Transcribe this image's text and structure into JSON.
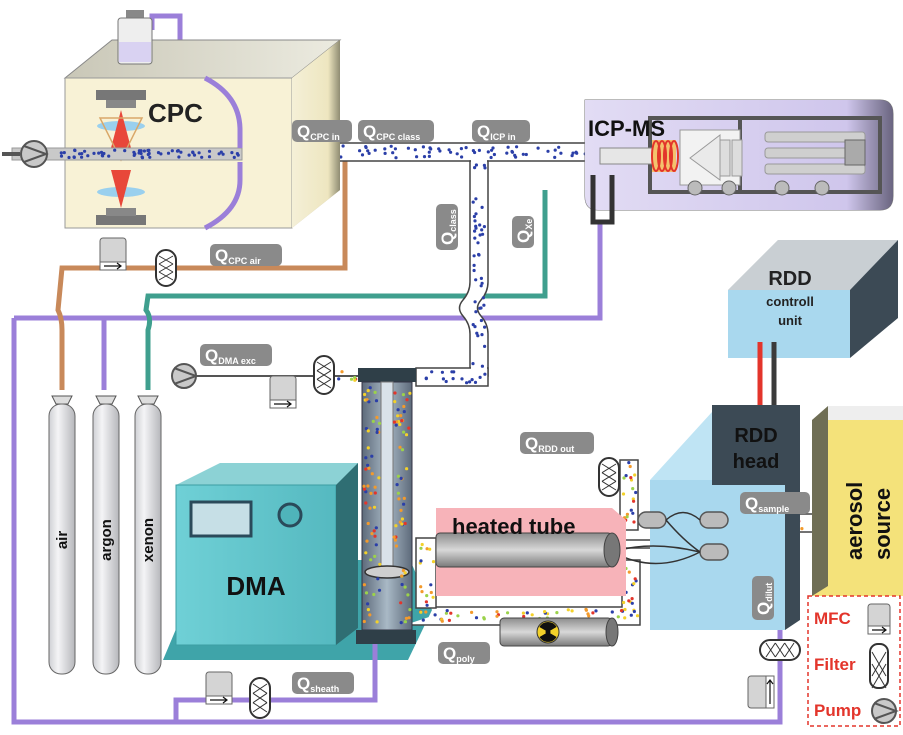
{
  "colors": {
    "argon": "#9b7fd9",
    "air": "#c8895a",
    "xenon": "#3f9f8e",
    "pipe_fill": "#ffffff",
    "pipe_stroke": "#444444",
    "dot": "#2b3fa8",
    "cpc_box": "#f8f2d6",
    "icpms_box": "#d9d2ef",
    "rdd_box": "#a9d8ee",
    "aerosol_box": "#f5e47e",
    "dma_body": "#5fc4cc",
    "dma_base": "#4aa7a8",
    "heated": "#f6b0b6",
    "label_bg": "#8a8a8a",
    "legend_red": "#e3352b"
  },
  "devices": {
    "cpc": "CPC",
    "icpms": "ICP-MS",
    "rdd_control_line1": "RDD",
    "rdd_control_line2": "controll",
    "rdd_control_line3": "unit",
    "rdd_head_line1": "RDD",
    "rdd_head_line2": "head",
    "aerosol_line1": "aerosol",
    "aerosol_line2": "source",
    "dma": "DMA",
    "heated_tube": "heated tube"
  },
  "cylinders": [
    "air",
    "argon",
    "xenon"
  ],
  "flows": [
    {
      "key": "cpc_in",
      "main": "Q",
      "sub": "CPC in"
    },
    {
      "key": "cpc_class",
      "main": "Q",
      "sub": "CPC class"
    },
    {
      "key": "icp_in",
      "main": "Q",
      "sub": "ICP in"
    },
    {
      "key": "class",
      "main": "Q",
      "sub": "class"
    },
    {
      "key": "xe",
      "main": "Q",
      "sub": "Xe"
    },
    {
      "key": "cpc_air",
      "main": "Q",
      "sub": "CPC air"
    },
    {
      "key": "dma_exc",
      "main": "Q",
      "sub": "DMA exc"
    },
    {
      "key": "rdd_out",
      "main": "Q",
      "sub": "RDD out"
    },
    {
      "key": "sample",
      "main": "Q",
      "sub": "sample"
    },
    {
      "key": "dilut",
      "main": "Q",
      "sub": "dilut"
    },
    {
      "key": "poly",
      "main": "Q",
      "sub": "poly"
    },
    {
      "key": "sheath",
      "main": "Q",
      "sub": "sheath"
    }
  ],
  "legend": {
    "mfc": "MFC",
    "filter": "Filter",
    "pump": "Pump"
  },
  "icons": {
    "pump": "pump-icon",
    "filter": "filter-icon",
    "mfc": "mfc-icon",
    "radiation": "radiation-icon",
    "bottle": "bottle-icon"
  }
}
